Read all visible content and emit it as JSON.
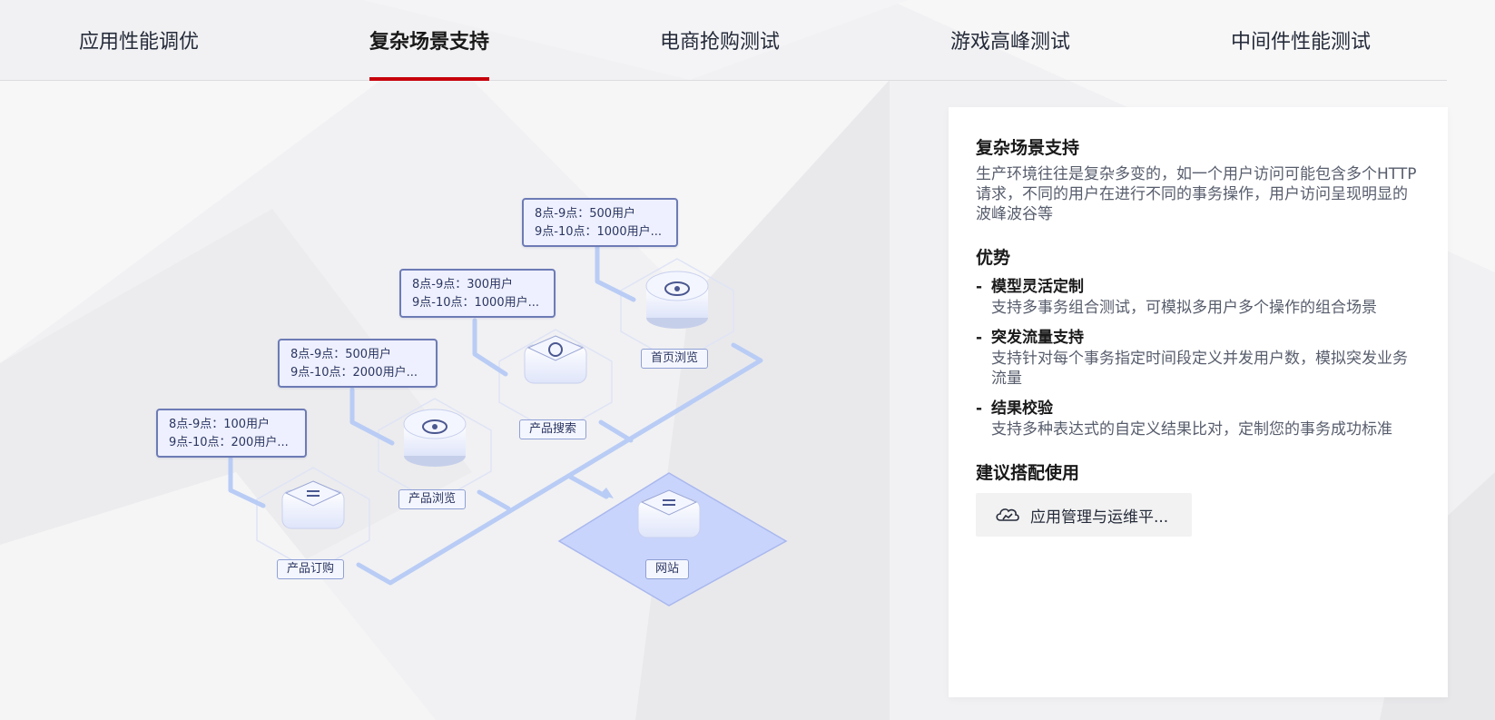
{
  "tabs": [
    {
      "label": "应用性能调优",
      "active": false
    },
    {
      "label": "复杂场景支持",
      "active": true
    },
    {
      "label": "电商抢购测试",
      "active": false
    },
    {
      "label": "游戏高峰测试",
      "active": false
    },
    {
      "label": "中间件性能测试",
      "active": false
    }
  ],
  "diagram": {
    "tooltips": [
      {
        "line1": "8点-9点：500用户",
        "line2": "9点-10点：1000用户..."
      },
      {
        "line1": "8点-9点：300用户",
        "line2": "9点-10点：1000用户..."
      },
      {
        "line1": "8点-9点：500用户",
        "line2": "9点-10点：2000用户..."
      },
      {
        "line1": "8点-9点：100用户",
        "line2": "9点-10点：200用户..."
      }
    ],
    "nodes": {
      "home": "首页浏览",
      "search": "产品搜索",
      "browse": "产品浏览",
      "order": "产品订购",
      "site": "网站"
    },
    "colors": {
      "line": "#b9ccf5",
      "tooltip_border": "#6d7bb5",
      "site_plate": "#c9d4fc"
    }
  },
  "panel": {
    "title": "复杂场景支持",
    "description": "生产环境往往是复杂多变的，如一个用户访问可能包含多个HTTP请求，不同的用户在进行不同的事务操作，用户访问呈现明显的波峰波谷等",
    "advantages_title": "优势",
    "advantages": [
      {
        "dash": "-",
        "title": "模型灵活定制",
        "desc": "支持多事务组合测试，可模拟多用户多个操作的组合场景"
      },
      {
        "dash": "-",
        "title": "突发流量支持",
        "desc": "支持针对每个事务指定时间段定义并发用户数，模拟突发业务流量"
      },
      {
        "dash": "-",
        "title": "结果校验",
        "desc": "支持多种表达式的自定义结果比对，定制您的事务成功标准"
      }
    ],
    "recommend_title": "建议搭配使用",
    "recommend": {
      "label": "应用管理与运维平...",
      "icon": "cloud-hand-icon"
    }
  },
  "accent_color": "#c7000b"
}
